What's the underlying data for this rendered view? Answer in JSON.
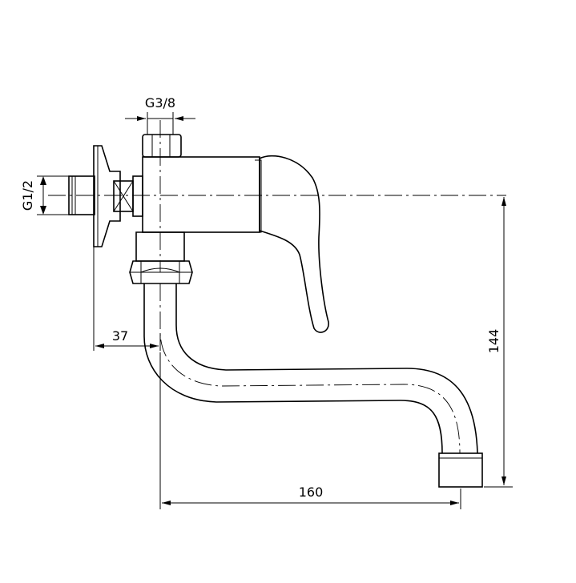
{
  "dimensions": {
    "thread_top": "G3/8",
    "thread_inlet": "G1/2",
    "wall_offset": "37",
    "height": "144",
    "reach": "160"
  }
}
